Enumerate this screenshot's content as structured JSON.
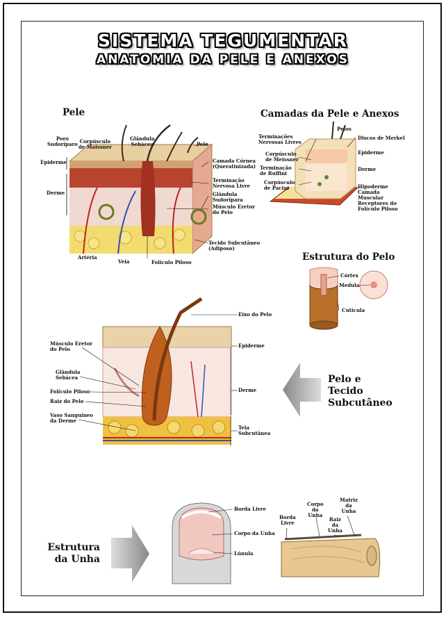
{
  "title": {
    "line1": "SISTEMA TEGUMENTAR",
    "line2": "ANATOMIA DA PELE E ANEXOS"
  },
  "sections": {
    "pele": "Pele",
    "camadas": "Camadas da Pele e Anexos",
    "estrutura_pelo": "Estrutura do Pelo",
    "pelo_tecido": [
      "Pelo e",
      "Tecido",
      "Subcutâneo"
    ],
    "estrutura_unha": [
      "Estrutura",
      "da Unha"
    ]
  },
  "labels": {
    "pele": {
      "poro": [
        "Poro",
        "Sudoríparo"
      ],
      "corpusculo_meissner": [
        "Corpúsculo",
        "de Maissner"
      ],
      "glandula_sebacea": [
        "Glândula",
        "Sebácea"
      ],
      "pelo": "Pelo",
      "epiderme": "Epiderme",
      "derme": "Derme",
      "camada_cornea": [
        "Camada Córnea",
        "(Queratinizada)"
      ],
      "terminacao_nervosa": [
        "Terminação",
        "Nervosa Livre"
      ],
      "glandula_sudoripara": [
        "Glândula",
        "Sudorípara"
      ],
      "musculo_eretor": [
        "Músculo Eretor",
        "do Pelo"
      ],
      "tecido_subcutaneo": [
        "Tecido Subcutâneo",
        "(Adiposo)"
      ],
      "arteria": "Artéria",
      "veia": "Veia",
      "foliculo": "Folículo Piloso"
    },
    "camadas": {
      "pelos": "Pelos",
      "terminacoes": [
        "Terminações",
        "Nervosas Livres"
      ],
      "discos_merkel": "Discos de Merkel",
      "meissner": [
        "Corpúsculo",
        "de Meissner"
      ],
      "epiderme": "Epiderme",
      "ruffini": [
        "Terminação",
        "de Ruffini"
      ],
      "derme": "Derme",
      "pacini": [
        "Corpúsculo",
        "de Pacini"
      ],
      "hipoderme": "Hipoderme",
      "camada_muscular": [
        "Camada",
        "Muscular"
      ],
      "receptores": [
        "Receptores do",
        "Folículo Piloso"
      ]
    },
    "pelo": {
      "cortex": "Córtex",
      "medula": "Medula",
      "cuticula": "Cutícula"
    },
    "subcutaneo": {
      "eixo": "Eixo do Pelo",
      "musculo": [
        "Músculo Eretor",
        "do Pelo"
      ],
      "epiderme": "Epiderme",
      "glandula": [
        "Glândula",
        "Sebácea"
      ],
      "foliculo": "Folículo Piloso",
      "derme": "Derme",
      "raiz": "Raiz do Pelo",
      "vaso": [
        "Vaso Sanguíneo",
        "da Derme"
      ],
      "tela": [
        "Tela",
        "Subcutânea"
      ]
    },
    "unha": {
      "borda_livre": "Borda Livre",
      "corpo": "Corpo da Unha",
      "lunula": "Lúnula",
      "corpo_da_unha": [
        "Corpo",
        "da",
        "Unha"
      ],
      "matriz": [
        "Matriz",
        "da",
        "Unha"
      ],
      "borda_livre2": [
        "Borda",
        "Livre"
      ],
      "raiz": [
        "Raiz",
        "da",
        "Unha"
      ]
    }
  }
}
